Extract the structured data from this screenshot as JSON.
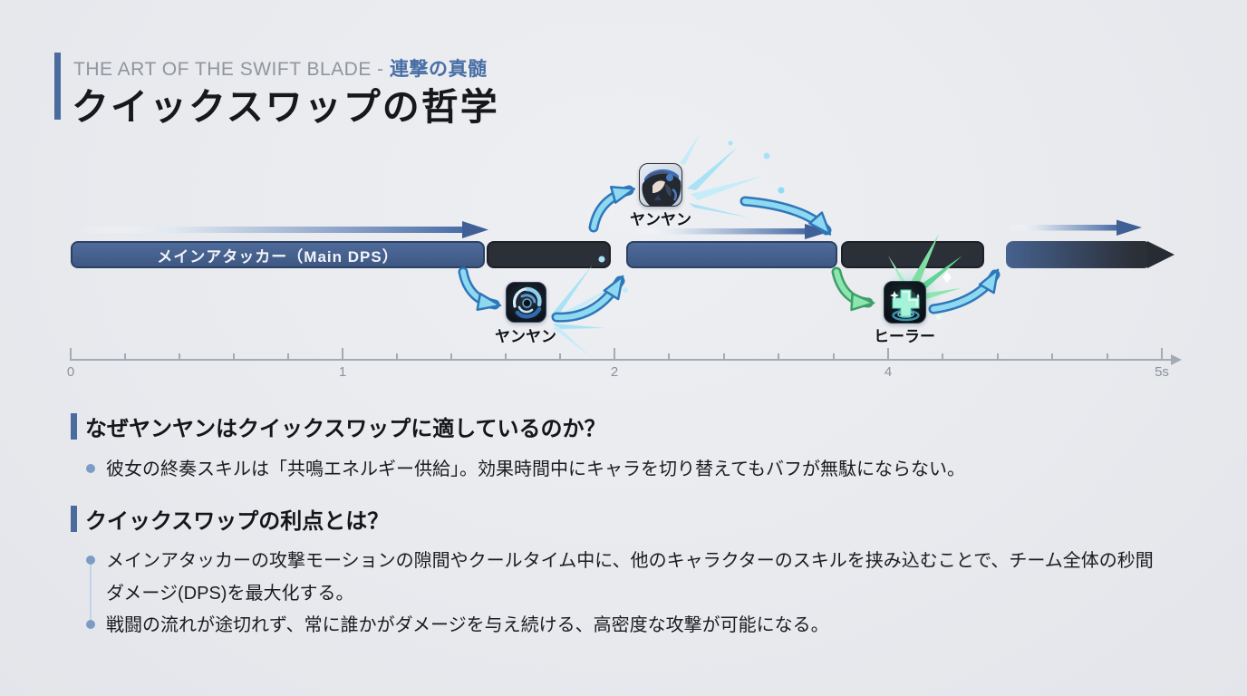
{
  "header": {
    "kicker_en": "THE ART OF THE SWIFT BLADE - ",
    "kicker_jp": "連撃の真髄",
    "title": "クイックスワップの哲学"
  },
  "timeline": {
    "main_bar_label": "メインアタッカー（Main DPS）",
    "swap_top_label": "ヤンヤン",
    "swap_bottom_label": "ヤンヤン",
    "healer_label": "ヒーラー",
    "axis_ticks": [
      "0",
      "1",
      "2",
      "4",
      "5s"
    ],
    "icons": {
      "swap_top": "yangyang-portrait-icon",
      "swap_bottom": "wind-skill-icon",
      "healer": "healing-skill-icon"
    }
  },
  "sections": [
    {
      "heading": "なぜヤンヤンはクイックスワップに適しているのか？",
      "bullets": [
        "彼女の終奏スキルは「共鳴エネルギー供給」。効果時間中にキャラを切り替えてもバフが無駄にならない。"
      ]
    },
    {
      "heading": "クイックスワップの利点とは？",
      "bullets": [
        "メインアタッカーの攻撃モーションの隙間やクールタイム中に、他のキャラクターのスキルを挟み込むことで、チーム全体の秒間ダメージ(DPS)を最大化する。",
        "戦闘の流れが途切れず、常に誰かがダメージを与え続ける、高密度な攻撃が可能になる。"
      ]
    }
  ],
  "colors": {
    "background": "#e9ebef",
    "accent_blue": "#4a6b9d",
    "kicker_blue": "#4a6fa5",
    "kicker_gray": "#90959e",
    "bar_blue": "#44608f",
    "bar_dark": "#2b2f37",
    "arrow_light_blue": "#8fd8f2",
    "arrow_outline_blue": "#2e77b8",
    "arrow_green": "#8ce6ae",
    "axis_gray": "#8b929c"
  }
}
